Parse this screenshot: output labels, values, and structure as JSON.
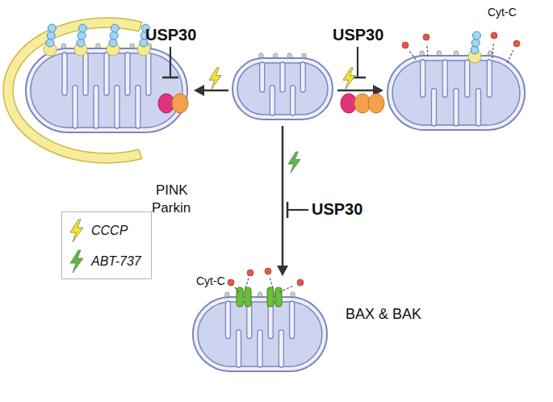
{
  "diagram": {
    "labels": [
      "USP30",
      "USP30",
      "Cyt-C",
      "PINK",
      "Parkin",
      "USP30",
      "Cyt-C",
      "BAX & BAK"
    ],
    "legend": [
      {
        "text": "CCCP",
        "color": "#f3e32b"
      },
      {
        "text": "ABT-737",
        "color": "#5cb947"
      }
    ]
  }
}
